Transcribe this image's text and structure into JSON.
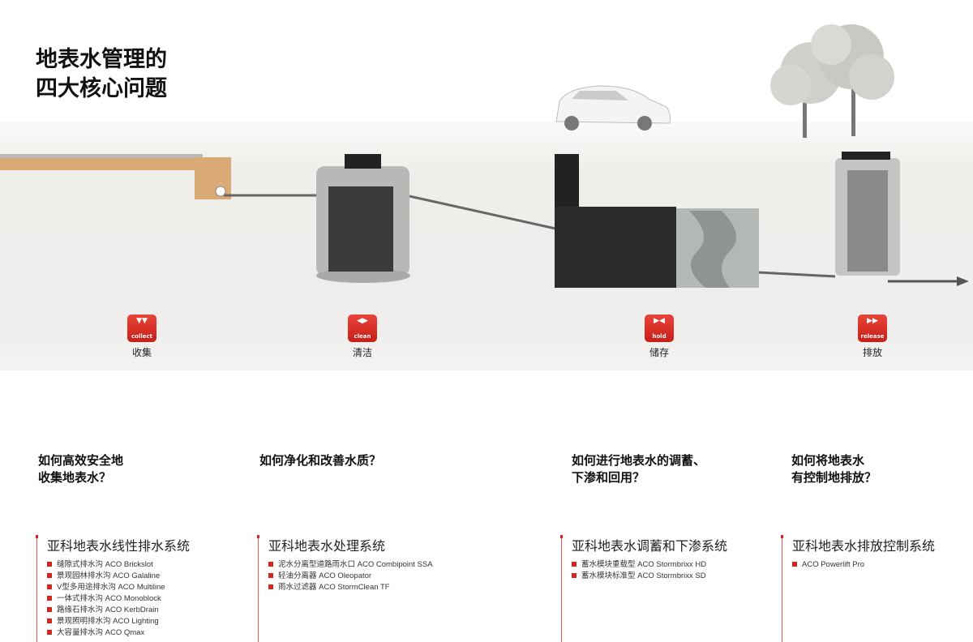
{
  "title": [
    "地表水管理的",
    "四大核心问题"
  ],
  "stages": [
    {
      "icon": "collect-icon",
      "symbol": "▼▼",
      "word": "collect",
      "label": "收集"
    },
    {
      "icon": "clean-icon",
      "symbol": "◀▶",
      "word": "clean",
      "label": "清洁"
    },
    {
      "icon": "hold-icon",
      "symbol": "▶◀",
      "word": "hold",
      "label": "储存"
    },
    {
      "icon": "release-icon",
      "symbol": "▶▶",
      "word": "release",
      "label": "排放"
    }
  ],
  "questions": [
    [
      "如何高效安全地",
      "收集地表水？"
    ],
    [
      "如何净化和改善水质？"
    ],
    [
      "如何进行地表水的调蓄、",
      "下渗和回用？"
    ],
    [
      "如何将地表水",
      "有控制地排放？"
    ]
  ],
  "systems": [
    {
      "title": "亚科地表水线性排水系统",
      "items": [
        "缝隙式排水沟 ACO Brickslot",
        "景观园林排水沟 ACO Galaline",
        "V型多用途排水沟 ACO Multiline",
        "一体式排水沟 ACO Monoblock",
        "路缘石排水沟 ACO KerbDrain",
        "景观照明排水沟 ACO Lighting",
        "大容量排水沟 ACO Qmax"
      ]
    },
    {
      "title": "亚科地表水处理系统",
      "items": [
        "泥水分离型道路雨水口 ACO Combipoint SSA",
        "轻油分离器 ACO Oleopator",
        "雨水过滤器 ACO StormClean TF"
      ]
    },
    {
      "title": "亚科地表水调蓄和下渗系统",
      "items": [
        "蓄水模块重载型 ACO Stormbrixx HD",
        "蓄水模块标准型 ACO Stormbrixx SD"
      ]
    },
    {
      "title": "亚科地表水排放控制系统",
      "items": [
        "ACO Powerlift Pro"
      ]
    }
  ],
  "colors": {
    "accent": "#d8241c"
  }
}
